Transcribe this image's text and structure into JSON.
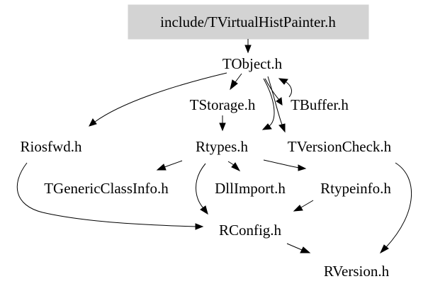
{
  "diagram": {
    "root": {
      "label": "include/TVirtualHistPainter.h",
      "fill": "#d3d3d3"
    },
    "nodes": {
      "tobject": "TObject.h",
      "tstorage": "TStorage.h",
      "tbuffer": "TBuffer.h",
      "riosfwd": "Riosfwd.h",
      "rtypes": "Rtypes.h",
      "tversioncheck": "TVersionCheck.h",
      "tgenericclassinfo": "TGenericClassInfo.h",
      "dllimport": "DllImport.h",
      "rtypeinfo": "Rtypeinfo.h",
      "rconfig": "RConfig.h",
      "rversion": "RVersion.h"
    },
    "edges": [
      {
        "from": "root",
        "to": "tobject"
      },
      {
        "from": "tobject",
        "to": "tstorage"
      },
      {
        "from": "tobject",
        "to": "tbuffer"
      },
      {
        "from": "tobject",
        "to": "riosfwd"
      },
      {
        "from": "tobject",
        "to": "rtypes"
      },
      {
        "from": "tobject",
        "to": "tversioncheck"
      },
      {
        "from": "tstorage",
        "to": "rtypes"
      },
      {
        "from": "tbuffer",
        "to": "tobject"
      },
      {
        "from": "rtypes",
        "to": "tgenericclassinfo"
      },
      {
        "from": "rtypes",
        "to": "dllimport"
      },
      {
        "from": "rtypes",
        "to": "rtypeinfo"
      },
      {
        "from": "rtypes",
        "to": "rconfig"
      },
      {
        "from": "riosfwd",
        "to": "rconfig"
      },
      {
        "from": "rtypeinfo",
        "to": "rconfig"
      },
      {
        "from": "rconfig",
        "to": "rversion"
      },
      {
        "from": "tversioncheck",
        "to": "rversion"
      }
    ]
  }
}
